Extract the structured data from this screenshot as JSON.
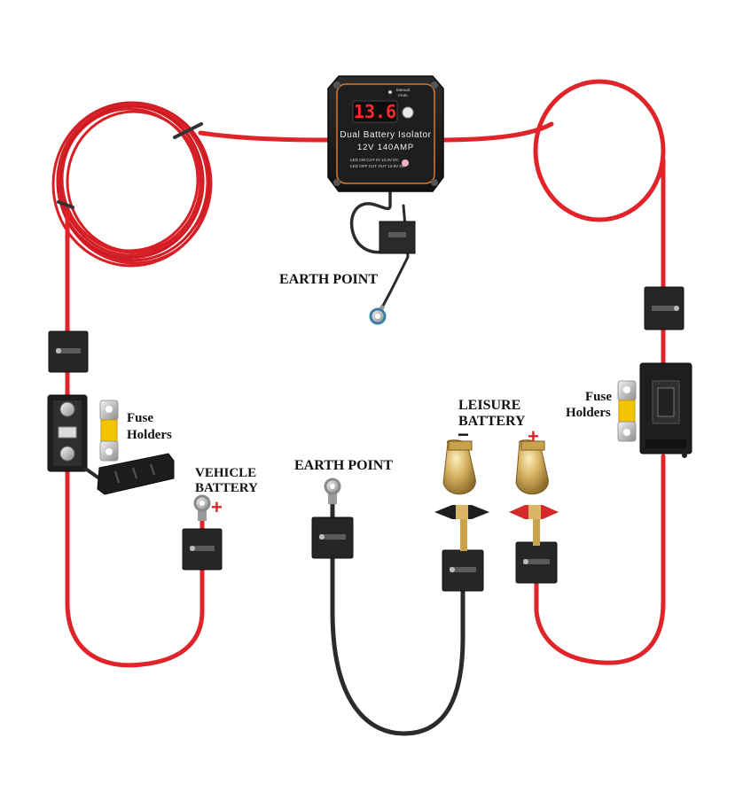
{
  "colors": {
    "red_cable": "#e0242a",
    "black_cable": "#2b2b2b",
    "plus_sign": "#e0242a",
    "minus_sign": "#111111",
    "device_body": "#1c1c1c",
    "device_accent": "#d9772a",
    "lcd_digits": "#ff2a2a",
    "fuse_yellow": "#f5c400"
  },
  "device": {
    "title": "Dual Battery Isolator",
    "rating": "12V 140AMP",
    "display_value": "13.6",
    "mode_label_top": "Manual",
    "mode_label_bottom": "/Auto",
    "led_on_text": "LED ON CUT IN 13.3V DC",
    "led_off_text": "LED OFF CUT OUT 12.8V DC"
  },
  "labels": {
    "earth_point_top": "EARTH POINT",
    "earth_point_bottom": "EARTH POINT",
    "fuse_holders_left_line1": "Fuse",
    "fuse_holders_left_line2": "Holders",
    "fuse_holders_right_line1": "Fuse",
    "fuse_holders_right_line2": "Holders",
    "vehicle_battery_line1": "VEHICLE",
    "vehicle_battery_line2": "BATTERY",
    "leisure_battery_line1": "LEISURE",
    "leisure_battery_line2": "BATTERY",
    "vehicle_plus": "+",
    "leisure_minus": "−",
    "leisure_plus": "+"
  },
  "icons": {
    "ring_terminal": "ring-terminal-icon",
    "cable_clip": "cable-clip-icon",
    "fuse_holder": "fuse-holder-icon",
    "midi_fuse": "midi-fuse-icon",
    "battery_terminal_clamp": "battery-clamp-icon",
    "isolator": "isolator-device-icon"
  }
}
